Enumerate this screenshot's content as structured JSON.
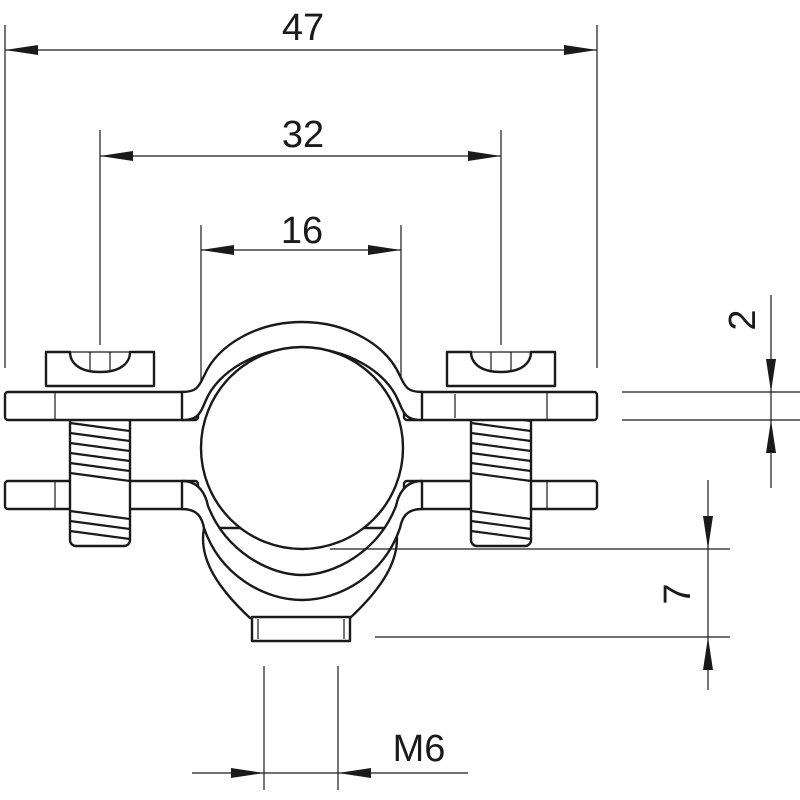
{
  "dimensions": {
    "overall_width": "47",
    "screw_spacing": "32",
    "inner_diameter": "16",
    "strip_thickness": "2",
    "nut_height": "7",
    "thread": "M6"
  }
}
